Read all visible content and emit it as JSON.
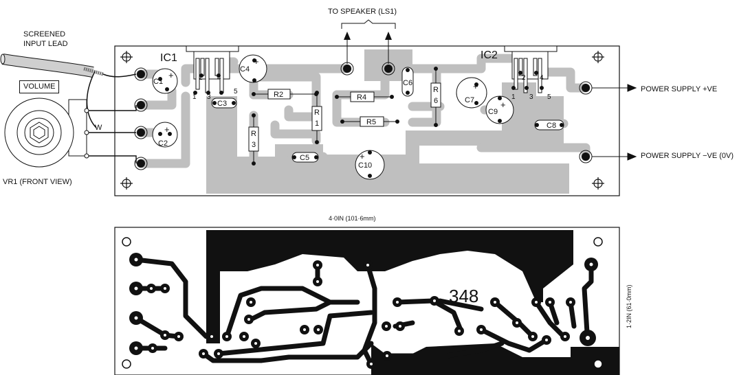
{
  "labels": {
    "screened_input_lead": [
      "SCREENED",
      "INPUT LEAD"
    ],
    "volume": "VOLUME",
    "wiper": "W",
    "vr1": "VR1 (FRONT VIEW)",
    "to_speaker": "TO SPEAKER (LS1)",
    "power_pos": "POWER SUPPLY +VE",
    "power_neg": "POWER SUPPLY −VE (0V)",
    "width_dim": "4·0IN (101·6mm)",
    "height_dim": "1·2IN (61·0mm)",
    "board_number": "348"
  },
  "components": {
    "ic1": "IC1",
    "ic2": "IC2",
    "c1": "C1",
    "c2": "C2",
    "c3": "C3",
    "c4": "C4",
    "c5": "C5",
    "c6": "C6",
    "c7": "C7",
    "c8": "C8",
    "c9": "C9",
    "c10": "C10",
    "r2": "R2",
    "r4": "R4",
    "r5": "R5",
    "r1": [
      "R",
      "1"
    ],
    "r3": [
      "R",
      "3"
    ],
    "r6": [
      "R",
      "6"
    ],
    "plus": "+",
    "ic_pins": [
      "1",
      "2",
      "3",
      "4",
      "5"
    ]
  },
  "colors": {
    "track": "#bfbfbf",
    "copper_dark": "#111111",
    "outline": "#111111",
    "background": "#ffffff"
  }
}
